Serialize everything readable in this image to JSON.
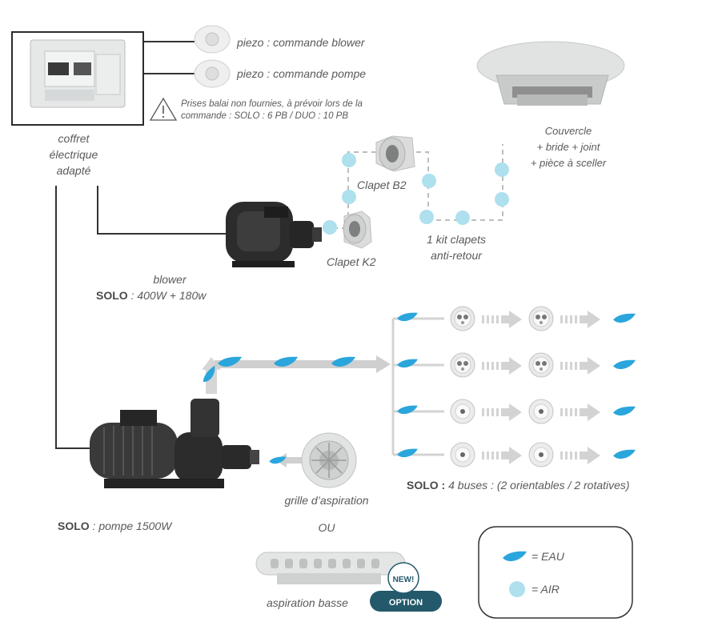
{
  "labels": {
    "piezo_blower": "piezo : commande blower",
    "piezo_pompe": "piezo : commande pompe",
    "warning_line1": "Prises balai non fournies, à prévoir lors de la",
    "warning_line2": "commande : SOLO : 6 PB / DUO : 10 PB",
    "coffret_line1": "coffret",
    "coffret_line2": "électrique",
    "coffret_line3": "adapté",
    "couvercle_line1": "Couvercle",
    "couvercle_line2": "+ bride + joint",
    "couvercle_line3": "+ pièce à sceller",
    "clapet_b2": "Clapet B2",
    "clapet_k2": "Clapet K2",
    "kit_line1": "1 kit clapets",
    "kit_line2": "anti-retour",
    "blower_name": "blower",
    "blower_solo_bold": "SOLO",
    "blower_solo_rest": " : 400W + 180w",
    "pompe_solo_bold": "SOLO",
    "pompe_solo_rest": " : pompe 1500W",
    "grille": "grille d’aspiration",
    "ou": "OU",
    "aspiration_basse": "aspiration basse",
    "buses_bold": "SOLO :",
    "buses_rest": " 4 buses : (2 orientables / 2 rotatives)",
    "badge_new": "NEW!",
    "badge_option": "OPTION"
  },
  "legend": {
    "eau": "= EAU",
    "air": "= AIR"
  },
  "colors": {
    "water_drop": "#2aa6dc",
    "air_dot": "#aee0ee",
    "pipe_gray": "#cfcfcf",
    "line_dark": "#3a3a3a",
    "badge_teal": "#23596b"
  }
}
